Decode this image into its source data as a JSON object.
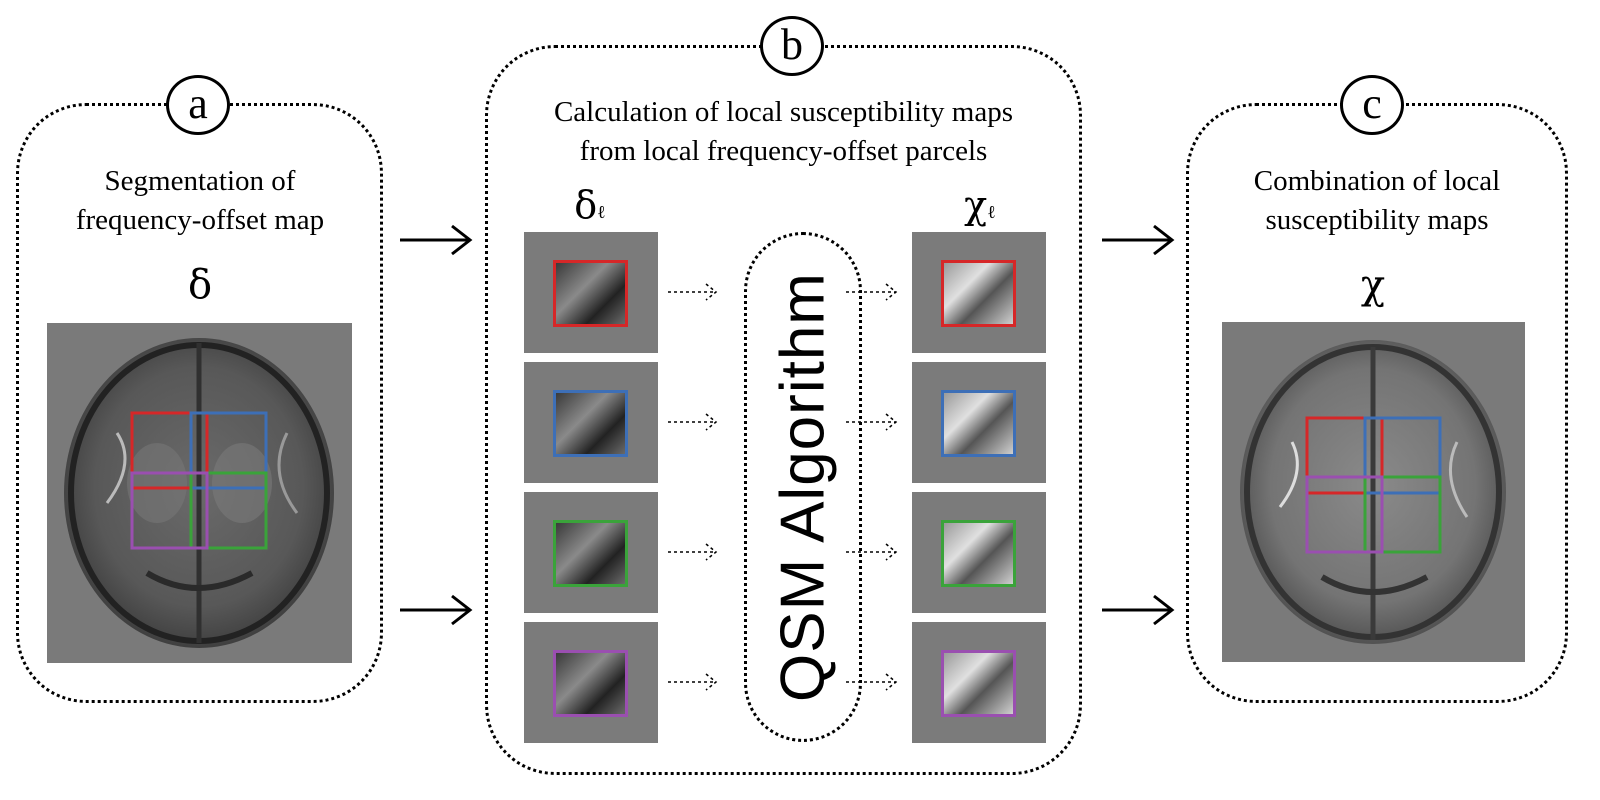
{
  "panel_a": {
    "badge": "a",
    "caption_line1": "Segmentation of",
    "caption_line2": "frequency-offset map",
    "symbol": "δ"
  },
  "panel_b": {
    "badge": "b",
    "caption_line1": "Calculation of local susceptibility maps",
    "caption_line2": "from local frequency-offset parcels",
    "left_symbol": "δ",
    "left_subscript": "ℓ",
    "right_symbol": "χ",
    "right_subscript": "ℓ",
    "algorithm_label": "QSM Algorithm"
  },
  "panel_c": {
    "badge": "c",
    "caption_line1": "Combination of local",
    "caption_line2": "susceptibility maps",
    "symbol": "χ"
  },
  "parcel_colors": {
    "red": "#d62728",
    "blue": "#3d6fb7",
    "green": "#3aa33a",
    "purple": "#9a4fb0"
  },
  "parcels": [
    {
      "color_key": "red"
    },
    {
      "color_key": "blue"
    },
    {
      "color_key": "green"
    },
    {
      "color_key": "purple"
    }
  ]
}
